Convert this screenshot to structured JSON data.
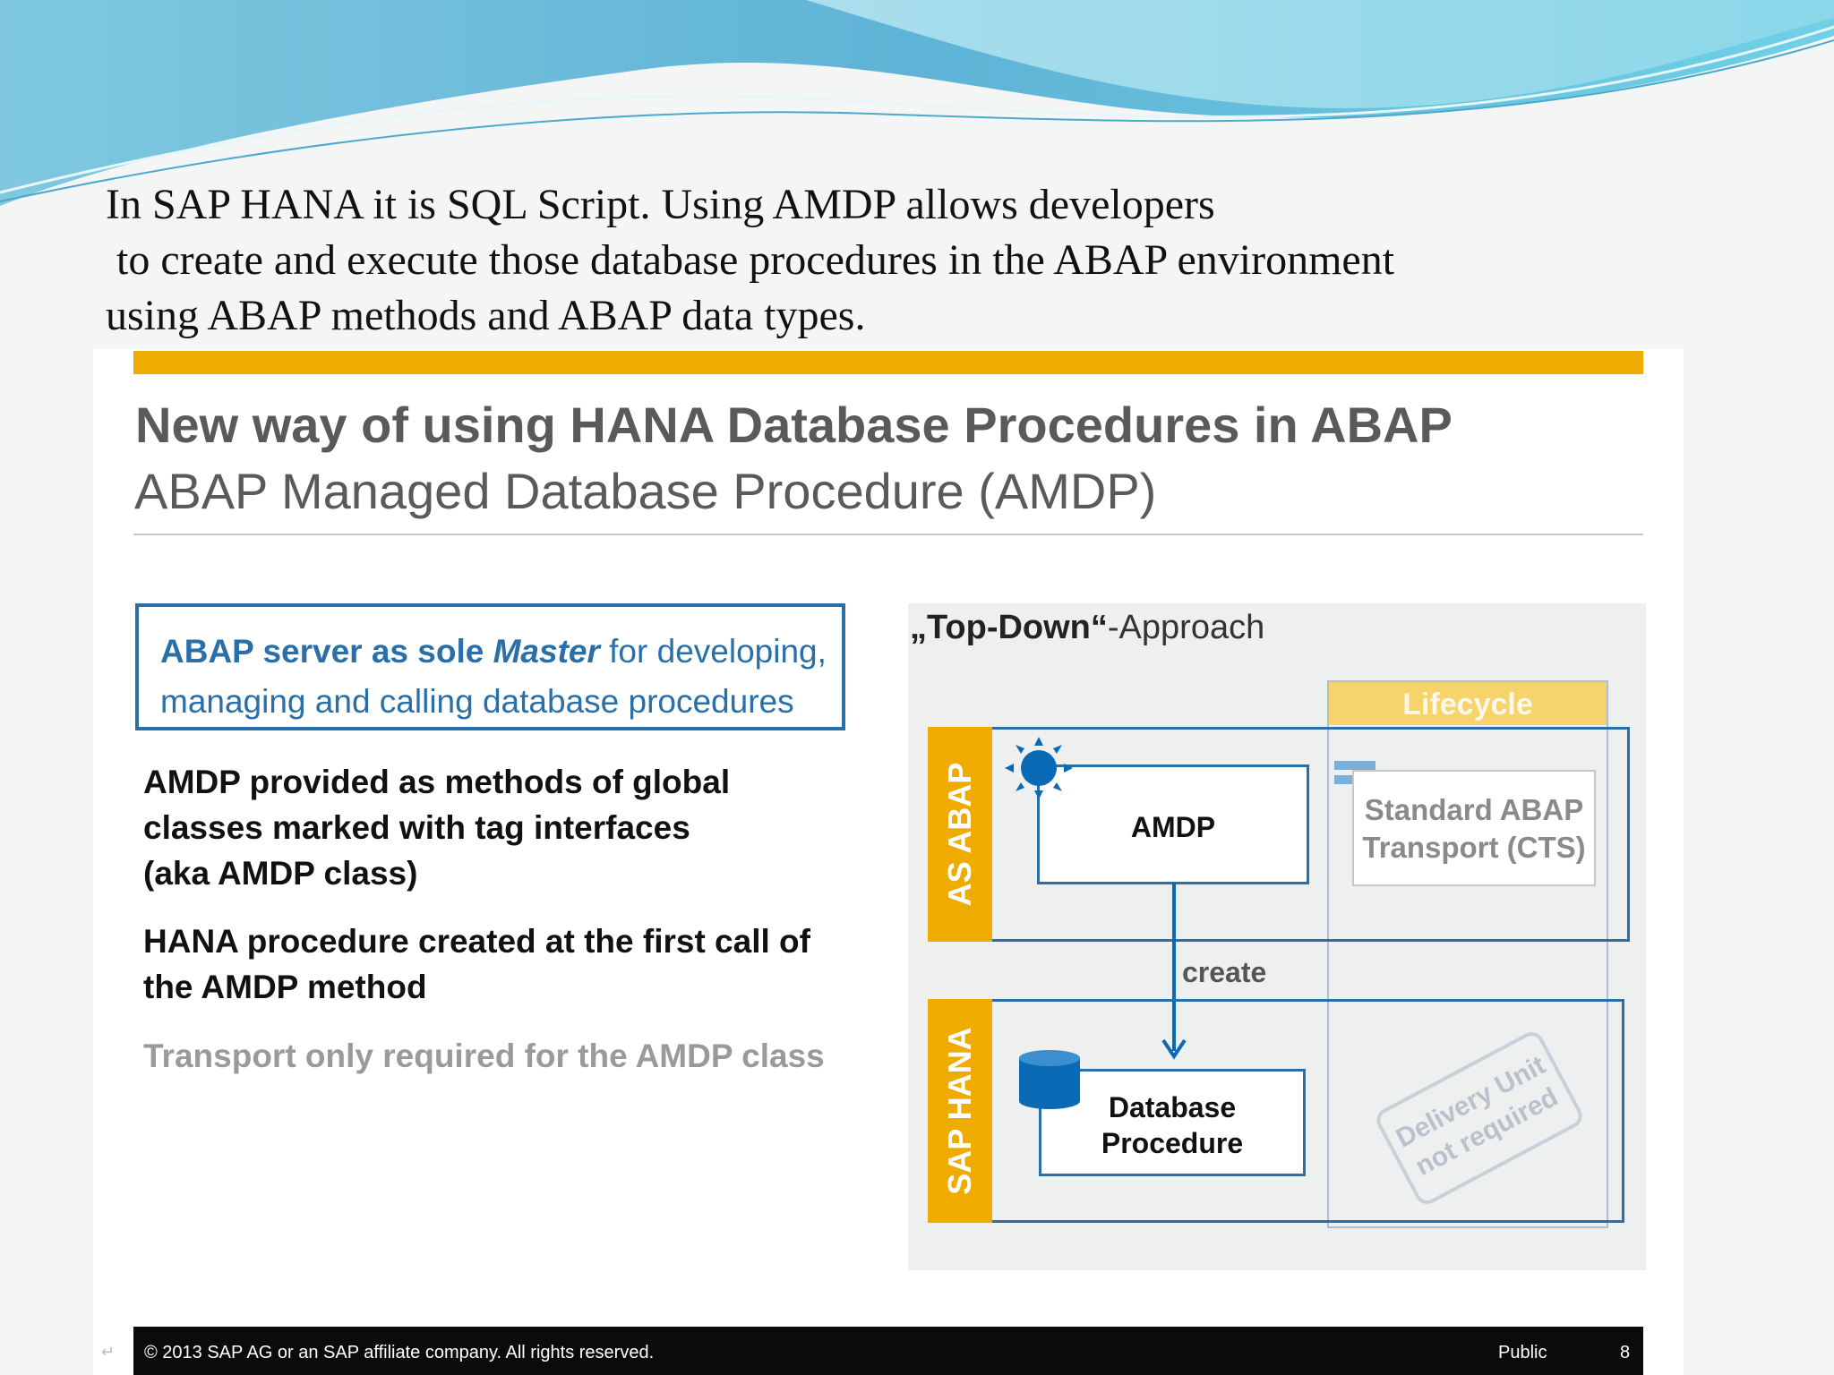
{
  "intro": {
    "line1": "In SAP HANA it is SQL Script. Using AMDP allows developers",
    "line2": " to create and execute those database procedures in the ABAP environment",
    "line3": "using ABAP methods and ABAP data types."
  },
  "slide": {
    "title": "New way of using HANA Database Procedures in ABAP",
    "subtitle": "ABAP Managed Database Procedure (AMDP)",
    "master_box": {
      "part1": "ABAP server as sole ",
      "master": "Master",
      "part2": " for developing,",
      "line2": "managing and calling database procedures"
    },
    "bullets": [
      {
        "line1": "AMDP provided as methods of global",
        "line2": "classes marked with tag interfaces",
        "line3": "(aka AMDP class)"
      },
      {
        "line1": "HANA procedure created at the first call of",
        "line2": "the AMDP method"
      },
      {
        "line1": "Transport only required for the AMDP class"
      }
    ],
    "diagram": {
      "approach_bold": "„Top-Down“",
      "approach_rest": "-Approach",
      "lifecycle": "Lifecycle",
      "as_abap": "AS ABAP",
      "sap_hana": "SAP HANA",
      "amdp": "AMDP",
      "create": "create",
      "db_proc_line1": "Database",
      "db_proc_line2": "Procedure",
      "cts_line1": "Standard ABAP",
      "cts_line2": "Transport (CTS)",
      "stamp_line1": "Delivery Unit",
      "stamp_line2": "not required",
      "colors": {
        "gold": "#f0ab00",
        "blue": "#2a6fa8",
        "db": "#0a6ab5"
      }
    },
    "footer": {
      "copyright": "© 2013 SAP AG or an SAP affiliate company. All rights reserved.",
      "classification": "Public",
      "page": "8"
    }
  }
}
